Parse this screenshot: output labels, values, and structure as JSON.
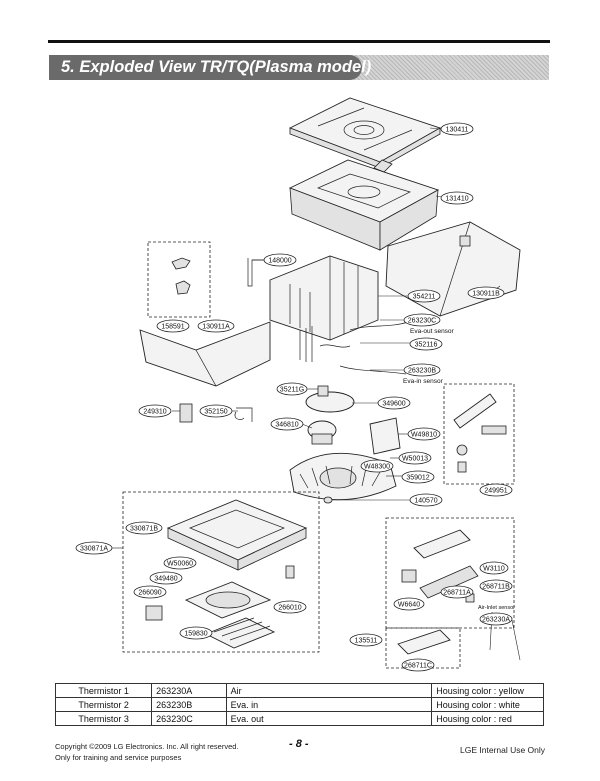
{
  "section": {
    "title": "5. Exploded View TR/TQ(Plasma model)"
  },
  "callouts": [
    {
      "id": "130411"
    },
    {
      "id": "131410"
    },
    {
      "id": "148000"
    },
    {
      "id": "354211"
    },
    {
      "id": "130911B"
    },
    {
      "id": "158591"
    },
    {
      "id": "130911A"
    },
    {
      "id": "263230C"
    },
    {
      "id": "352116"
    },
    {
      "id": "263230B"
    },
    {
      "id": "35211G"
    },
    {
      "id": "349600"
    },
    {
      "id": "249310"
    },
    {
      "id": "352150"
    },
    {
      "id": "346810"
    },
    {
      "id": "W49810"
    },
    {
      "id": "W50013"
    },
    {
      "id": "W48300"
    },
    {
      "id": "359012"
    },
    {
      "id": "249951"
    },
    {
      "id": "140570"
    },
    {
      "id": "330871B"
    },
    {
      "id": "330871A"
    },
    {
      "id": "W50060"
    },
    {
      "id": "349480"
    },
    {
      "id": "266090"
    },
    {
      "id": "266010"
    },
    {
      "id": "159830"
    },
    {
      "id": "W3110"
    },
    {
      "id": "268711B"
    },
    {
      "id": "268711A"
    },
    {
      "id": "W6640"
    },
    {
      "id": "263230A"
    },
    {
      "id": "135511"
    },
    {
      "id": "268711C"
    }
  ],
  "labels": {
    "eva_out_sensor": "Eva-out sensor",
    "eva_in_sensor": "Eva-in sensor",
    "air_inlet_sensor": "Air-Inlet sensor"
  },
  "thermistor_table": {
    "rows": [
      {
        "name": "Thermistor 1",
        "code": "263230A",
        "location": "Air",
        "housing": "Housing color : yellow"
      },
      {
        "name": "Thermistor 2",
        "code": "263230B",
        "location": "Eva. in",
        "housing": "Housing color : white"
      },
      {
        "name": "Thermistor 3",
        "code": "263230C",
        "location": "Eva. out",
        "housing": "Housing color : red"
      }
    ]
  },
  "footer": {
    "copyright": "Copyright ©2009 LG Electronics. Inc. All right reserved.",
    "usage": "Only for training and service purposes",
    "page": "- 8 -",
    "internal": "LGE Internal Use Only"
  }
}
